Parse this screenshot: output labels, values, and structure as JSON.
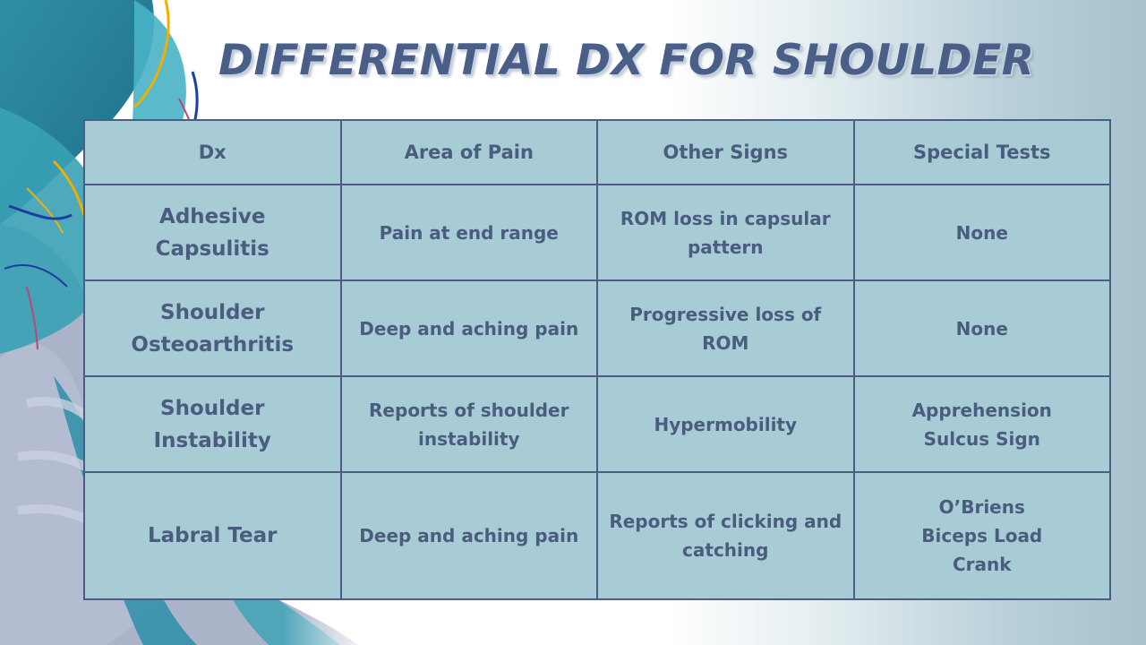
{
  "title": "DIFFERENTIAL DX FOR SHOULDER",
  "table": {
    "headers": [
      "Dx",
      "Area of Pain",
      "Other Signs",
      "Special Tests"
    ],
    "rows": [
      {
        "dx": [
          "Adhesive",
          "Capsulitis"
        ],
        "area": [
          "Pain at end range"
        ],
        "signs": [
          "ROM loss in capsular",
          "pattern"
        ],
        "tests": [
          "None"
        ]
      },
      {
        "dx": [
          "Shoulder",
          "Osteoarthritis"
        ],
        "area": [
          "Deep and aching pain"
        ],
        "signs": [
          "Progressive loss of ROM"
        ],
        "tests": [
          "None"
        ]
      },
      {
        "dx": [
          "Shoulder",
          "Instability"
        ],
        "area": [
          "Reports of shoulder",
          "instability"
        ],
        "signs": [
          "Hypermobility"
        ],
        "tests": [
          "Apprehension",
          "Sulcus Sign"
        ]
      },
      {
        "dx": [
          "Labral Tear"
        ],
        "area": [
          "Deep and aching pain"
        ],
        "signs": [
          "Reports of clicking and",
          "catching"
        ],
        "tests": [
          "O’Briens",
          "Biceps Load",
          "Crank"
        ]
      }
    ]
  },
  "colors": {
    "title": "#4a5f88",
    "table_fill": "#a7ccd6",
    "table_border": "#4d5b85",
    "cell_text": "#4a5d7e"
  },
  "icons": {
    "background_illustration": "shoulder-anatomy-illustration"
  }
}
